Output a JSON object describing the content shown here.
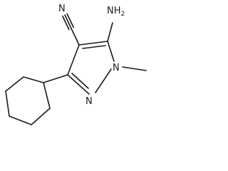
{
  "structure": {
    "atoms": {
      "n_nitrile": "N",
      "n_amino": "NH",
      "n_amino_subscript": "2",
      "n_ring_1": "N",
      "n_ring_2": "N"
    },
    "colors": {
      "bond": "#1a1a1a",
      "label": "#1a1a1a",
      "background": "#ffffff"
    }
  }
}
